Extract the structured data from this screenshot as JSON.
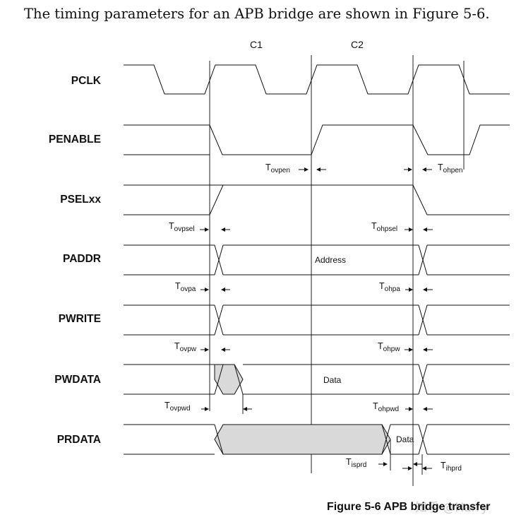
{
  "intro_text": "The timing parameters for an APB bridge are shown in Figure 5-6.",
  "caption": "Figure 5-6 APB bridge transfer",
  "watermark": "知乎 @Harry",
  "clock_labels": [
    "C1",
    "C2"
  ],
  "signals": [
    "PCLK",
    "PENABLE",
    "PSELxx",
    "PADDR",
    "PWRITE",
    "PWDATA",
    "PRDATA"
  ],
  "bus_values": {
    "paddr": "Address",
    "pwdata": "Data",
    "prdata": "Data"
  },
  "timing_params": {
    "tovpen": {
      "main": "T",
      "sub": "ovpen"
    },
    "tohpen": {
      "main": "T",
      "sub": "ohpen"
    },
    "tovpsel": {
      "main": "T",
      "sub": "ovpsel"
    },
    "tohpsel": {
      "main": "T",
      "sub": "ohpsel"
    },
    "tovpa": {
      "main": "T",
      "sub": "ovpa"
    },
    "tohpa": {
      "main": "T",
      "sub": "ohpa"
    },
    "tovpw": {
      "main": "T",
      "sub": "ovpw"
    },
    "tohpw": {
      "main": "T",
      "sub": "ohpw"
    },
    "tovpwd": {
      "main": "T",
      "sub": "ovpwd"
    },
    "tohpwd": {
      "main": "T",
      "sub": "ohpwd"
    },
    "tisprd": {
      "main": "T",
      "sub": "isprd"
    },
    "tihprd": {
      "main": "T",
      "sub": "ihprd"
    }
  },
  "colors": {
    "shaded_bus": "#d9d9d9",
    "line": "#111111"
  }
}
